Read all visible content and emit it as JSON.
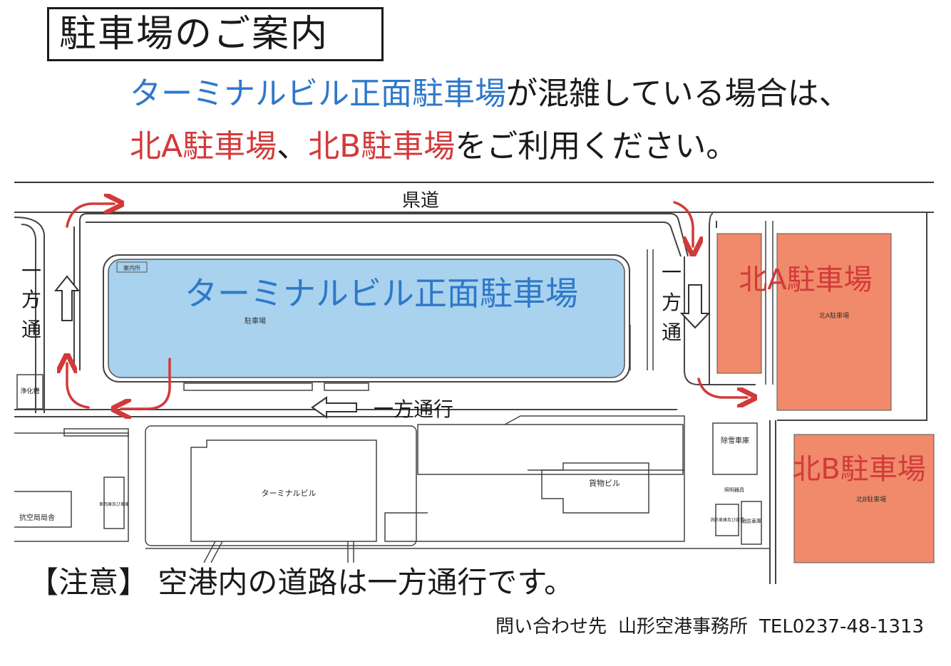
{
  "title": "駐車場のご案内",
  "notice": {
    "line1_highlight": "ターミナルビル正面駐車場",
    "line1_rest": "が混雑している場合は、",
    "line2_lot_a": "北A駐車場",
    "line2_sep": "、",
    "line2_lot_b": "北B駐車場",
    "line2_rest": "をご利用ください。"
  },
  "map": {
    "road_label": "県道",
    "one_way_left": [
      "一",
      "方",
      "通"
    ],
    "one_way_right": [
      "一",
      "方",
      "通"
    ],
    "one_way_bottom": "一方通行",
    "terminal_lot_label": "ターミナルビル正面駐車場",
    "terminal_lot_small": "駐車場",
    "terminal_lot_corner": "案内所",
    "lot_a_label": "北A駐車場",
    "lot_a_small": "北A駐車場",
    "lot_b_label": "北B駐車場",
    "lot_b_small": "北B駐車場",
    "terminal_building": "ターミナルビル",
    "cargo_building": "貨物ビル",
    "snow_garage": "除雪車庫",
    "fire_garage": "消防車庫",
    "fire_storage": "消防車庫及び設置",
    "equipment": "照明器具",
    "aviation_office": "抗空局局舎",
    "septic": "浄化槽",
    "vehicle_garage": "車両庫及び車庫",
    "colors": {
      "terminal_lot": "#a8d2ee",
      "north_lots": "#f08a6a",
      "arrow": "#d23a3a",
      "label_blue": "#2f78c9",
      "label_red": "#d23a3a"
    }
  },
  "caution": "【注意】 空港内の道路は一方通行です。",
  "contact": {
    "label": "問い合わせ先",
    "office": "山形空港事務所",
    "tel": "TEL0237-48-1313"
  }
}
